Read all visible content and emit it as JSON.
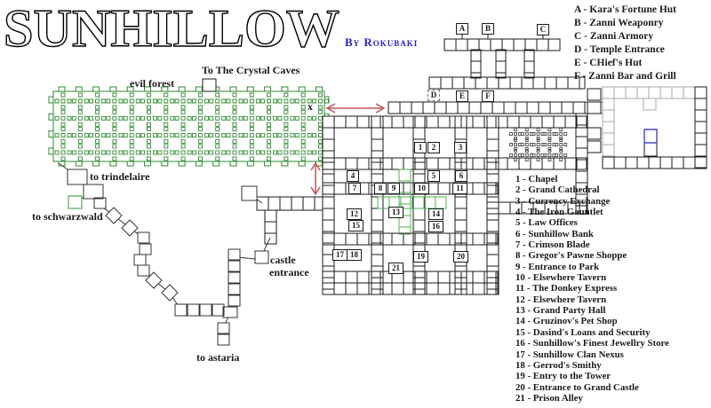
{
  "title": "SUNHILLOW",
  "byline": "By Rokubaki",
  "letter_legend": [
    {
      "key": "A",
      "label": "Kara's Fortune Hut"
    },
    {
      "key": "B",
      "label": "Zanni Weaponry"
    },
    {
      "key": "C",
      "label": "Zanni Armory"
    },
    {
      "key": "D",
      "label": "Temple Entrance"
    },
    {
      "key": "E",
      "label": "CHief's Hut"
    },
    {
      "key": "F",
      "label": "Zanni Bar and Grill"
    }
  ],
  "number_legend": [
    {
      "key": "1",
      "label": "Chapel"
    },
    {
      "key": "2",
      "label": "Grand Cathedral"
    },
    {
      "key": "3",
      "label": "Currency Exchange"
    },
    {
      "key": "4",
      "label": "The Iron Gauntlet"
    },
    {
      "key": "5",
      "label": "Law Offices"
    },
    {
      "key": "6",
      "label": "Sunhillow Bank"
    },
    {
      "key": "7",
      "label": "Crimson Blade"
    },
    {
      "key": "8",
      "label": "Gregor's Pawne Shoppe"
    },
    {
      "key": "9",
      "label": "Entrance to Park"
    },
    {
      "key": "10",
      "label": "Elsewhere Tavern"
    },
    {
      "key": "11",
      "label": "The Donkey Express"
    },
    {
      "key": "12",
      "label": "Elsewhere Tavern"
    },
    {
      "key": "13",
      "label": "Grand Party Hall"
    },
    {
      "key": "14",
      "label": "Gruzinov's Pet Shop"
    },
    {
      "key": "15",
      "label": "Dasind's Loans and Security"
    },
    {
      "key": "16",
      "label": "Sunhillow's Finest Jewellry Store"
    },
    {
      "key": "17",
      "label": "Sunhillow Clan Nexus"
    },
    {
      "key": "18",
      "label": "Gerrod's Smithy"
    },
    {
      "key": "19",
      "label": "Entry to the Tower"
    },
    {
      "key": "20",
      "label": "Entrance to Grand Castle"
    },
    {
      "key": "21",
      "label": "Prison Alley"
    }
  ],
  "map_labels": {
    "evil_forest": "evil forest",
    "crystal_caves": "To The Crystal Caves",
    "trindelaire": "to trindelaire",
    "schwarzwald": "to schwarzwald",
    "castle_line1": "castle",
    "castle_line2": "entrance",
    "astaria": "to astaria",
    "x_mark": "x"
  },
  "colors": {
    "forest_green": "#2e8b2e",
    "arrow_red": "#c25757",
    "byline_blue": "#2222cc",
    "special_room_blue": "#4646c8",
    "faded_gray": "#a8a8a8",
    "ink": "#1a1a1a"
  }
}
